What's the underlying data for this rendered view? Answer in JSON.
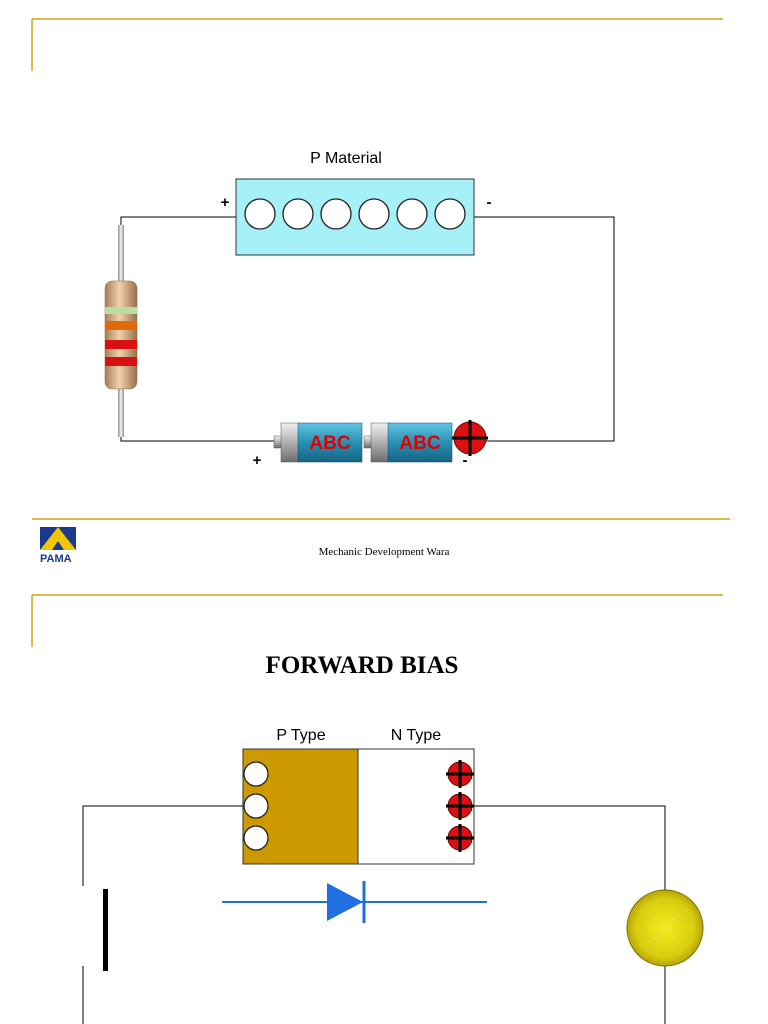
{
  "slide1": {
    "component_label": "P Material",
    "plus_top": "+",
    "minus_top": "-",
    "plus_bottom": "+",
    "minus_bottom": "-",
    "battery_label_1": "ABC",
    "battery_label_2": "ABC",
    "footer_logo_text": "PAMA",
    "footer_text": "Mechanic Development Wara"
  },
  "slide2": {
    "title": "FORWARD BIAS",
    "p_type_label": "P Type",
    "n_type_label": "N Type"
  },
  "colors": {
    "rule_gold": "#d4a017",
    "p_material_fill": "#a6f0f7",
    "p_type_fill": "#cc9900",
    "battery_blue": "#2b8fb3",
    "battery_text": "#e00000",
    "diode_blue": "#1f6fe0",
    "lamp_yellow": "#d8d000"
  }
}
